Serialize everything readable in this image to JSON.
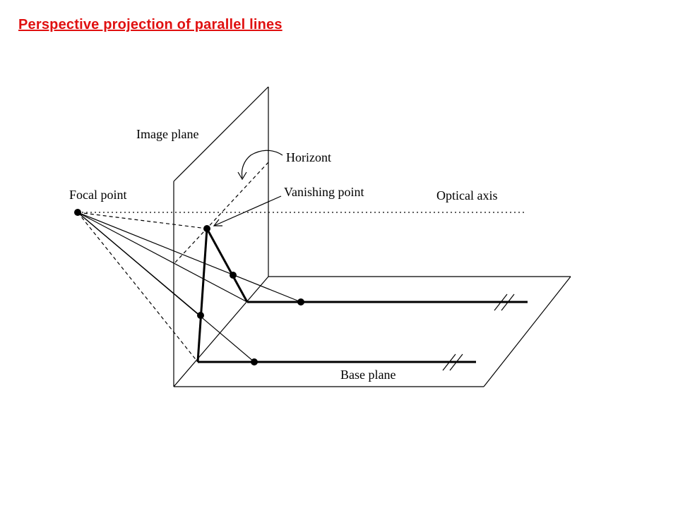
{
  "title": "Perspective projection of parallel lines",
  "colors": {
    "title": "#e01010",
    "ink": "#000000",
    "background": "#ffffff"
  },
  "labels": {
    "image_plane": "Image plane",
    "horizont": "Horizont",
    "focal_point": "Focal point",
    "vanishing_point": "Vanishing point",
    "optical_axis": "Optical axis",
    "base_plane": "Base plane"
  }
}
